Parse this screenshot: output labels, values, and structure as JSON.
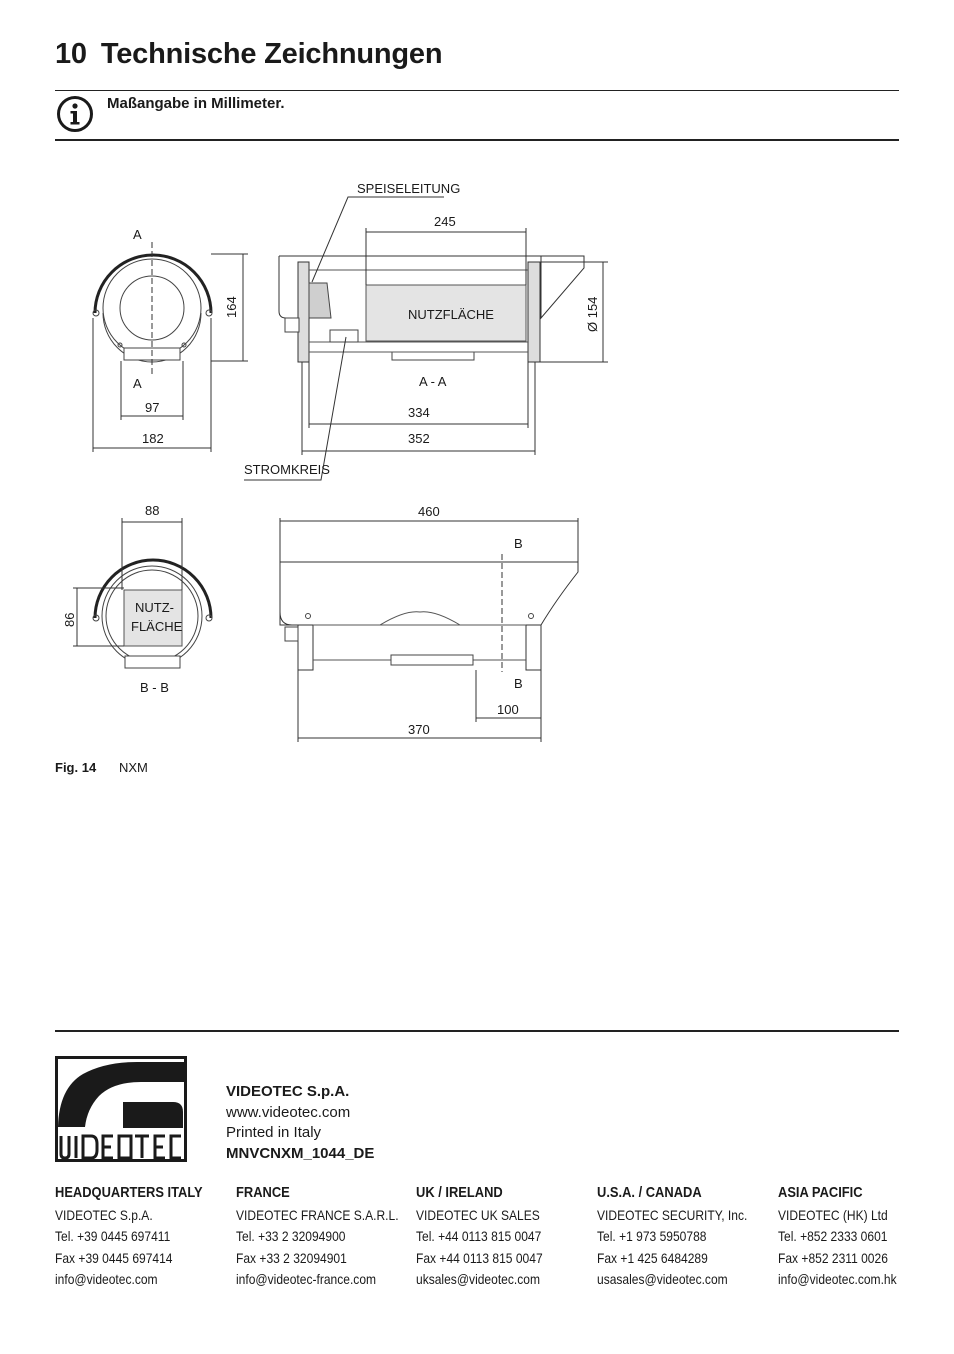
{
  "section": {
    "number": "10",
    "title": "Technische Zeichnungen"
  },
  "note": {
    "icon": "info-icon",
    "text": "Maßangabe in Millimeter."
  },
  "drawing": {
    "labels": {
      "supply_line": "SPEISELEITUNG",
      "power_circuit": "STROMKREIS",
      "usable_area": "NUTZFLÄCHE",
      "usable_area_split_1": "NUTZ-",
      "usable_area_split_2": "FLÄCHE",
      "section_a": "A",
      "section_b": "B",
      "section_aa": "A - A",
      "section_bb": "B - B"
    },
    "dimensions": {
      "d164": "164",
      "d97": "97",
      "d182": "182",
      "d245": "245",
      "d154": "Ø 154",
      "d334": "334",
      "d352": "352",
      "d88": "88",
      "d86": "86",
      "d460": "460",
      "d100": "100",
      "d370": "370"
    }
  },
  "figure": {
    "number": "Fig. 14",
    "caption": "NXM"
  },
  "company": {
    "name": "VIDEOTEC S.p.A.",
    "web": "www.videotec.com",
    "printed": "Printed in Italy",
    "code": "MNVCNXM_1044_DE",
    "logo_text": "VIDEOTEC"
  },
  "offices": [
    {
      "heading": "HEADQUARTERS ITALY",
      "name": "VIDEOTEC S.p.A.",
      "tel": "Tel. +39 0445 697411",
      "fax": "Fax +39 0445 697414",
      "email": "info@videotec.com"
    },
    {
      "heading": "FRANCE",
      "name": "VIDEOTEC FRANCE S.A.R.L.",
      "tel": "Tel. +33 2 32094900",
      "fax": "Fax +33 2 32094901",
      "email": "info@videotec-france.com"
    },
    {
      "heading": "UK / IRELAND",
      "name": "VIDEOTEC UK SALES",
      "tel": "Tel. +44 0113 815 0047",
      "fax": "Fax +44 0113 815 0047",
      "email": "uksales@videotec.com"
    },
    {
      "heading": "U.S.A. / CANADA",
      "name": "VIDEOTEC SECURITY, Inc.",
      "tel": "Tel. +1 973 5950788",
      "fax": "Fax +1 425 6484289",
      "email": "usasales@videotec.com"
    },
    {
      "heading": "ASIA PACIFIC",
      "name": "VIDEOTEC (HK) Ltd",
      "tel": "Tel. +852 2333 0601",
      "fax": "Fax +852 2311 0026",
      "email": "info@videotec.com.hk"
    }
  ]
}
